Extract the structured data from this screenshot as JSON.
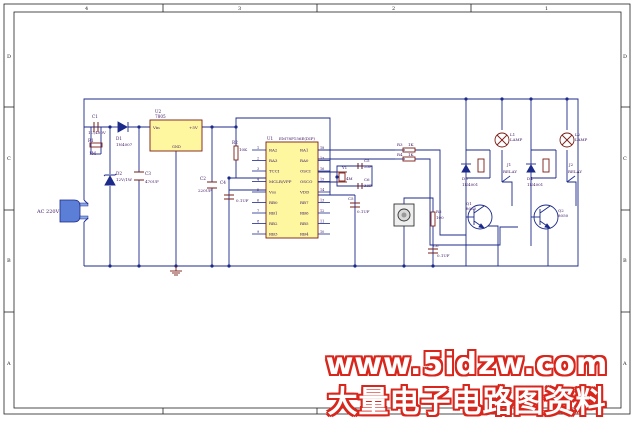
{
  "frame": {
    "cols": [
      "4",
      "3",
      "2",
      "1"
    ],
    "rows": [
      "D",
      "C",
      "B",
      "A"
    ]
  },
  "ac": "AC 220V",
  "c1": {
    "ref": "C1",
    "val": "1U/400V"
  },
  "r1": {
    "ref": "R1",
    "val": "1M"
  },
  "d1": {
    "ref": "D1",
    "val": "1N4007"
  },
  "d2": {
    "ref": "D2",
    "val": "12V/1W"
  },
  "c3": {
    "ref": "C3",
    "val": "470UF"
  },
  "u2": {
    "ref": "U2",
    "val": "7805",
    "pin_in": "Vin",
    "pin_out": "+5V",
    "pin_gnd": "GND"
  },
  "c2": {
    "ref": "C2",
    "val": "220UF"
  },
  "c4": {
    "ref": "C4",
    "val": "0.1UF"
  },
  "r2": {
    "ref": "R2",
    "val": "10K"
  },
  "u1": {
    "ref": "U1",
    "val": "EM78P156E(DIP)",
    "left_pins": [
      "RA2",
      "RA3",
      "TCCI",
      "MCLR/VPP",
      "Vss",
      "RB0",
      "RB1",
      "RB2",
      "RB3"
    ],
    "left_nums": [
      "1",
      "2",
      "3",
      "4",
      "5",
      "6",
      "7",
      "8",
      "9"
    ],
    "right_pins": [
      "RA1",
      "RA0",
      "OSCI",
      "OSCO",
      "VDD",
      "RB7",
      "RB6",
      "RB5",
      "RB4"
    ],
    "right_nums": [
      "18",
      "17",
      "16",
      "15",
      "14",
      "13",
      "12",
      "11",
      "10"
    ]
  },
  "c5": {
    "ref": "C5",
    "val": "33P"
  },
  "c6": {
    "ref": "C6",
    "val": "33P"
  },
  "xtal": {
    "ref": "Y1",
    "val": "4M"
  },
  "c7": {
    "ref": "C5",
    "val": "0.1UF"
  },
  "r3": {
    "ref": "R3",
    "val": "1K"
  },
  "r4": {
    "ref": "R4",
    "val": "1K"
  },
  "r5": {
    "ref": "R5",
    "val": "100"
  },
  "c8": {
    "ref": "C6",
    "val": "0.1UF"
  },
  "d3": {
    "ref": "D3",
    "val": "1N4001"
  },
  "d4": {
    "ref": "D4",
    "val": "1N4001"
  },
  "q1": {
    "ref": "Q1",
    "val": "8050"
  },
  "q2": {
    "ref": "Q2",
    "val": "8050"
  },
  "l1": {
    "ref": "L1",
    "val": "LAMP"
  },
  "l2": {
    "ref": "L2",
    "val": "LAMP"
  },
  "k1": {
    "ref": "J1",
    "val": "RELAY"
  },
  "k2": {
    "ref": "J2",
    "val": "RELAY"
  },
  "watermark": {
    "url": "www.5idzw.com",
    "cn": "大量电子电路图资料"
  },
  "colors": {
    "wire": "#1c2a8a",
    "part": "#7a1c14",
    "label": "#3a1460",
    "watermark": "#d9261c"
  }
}
